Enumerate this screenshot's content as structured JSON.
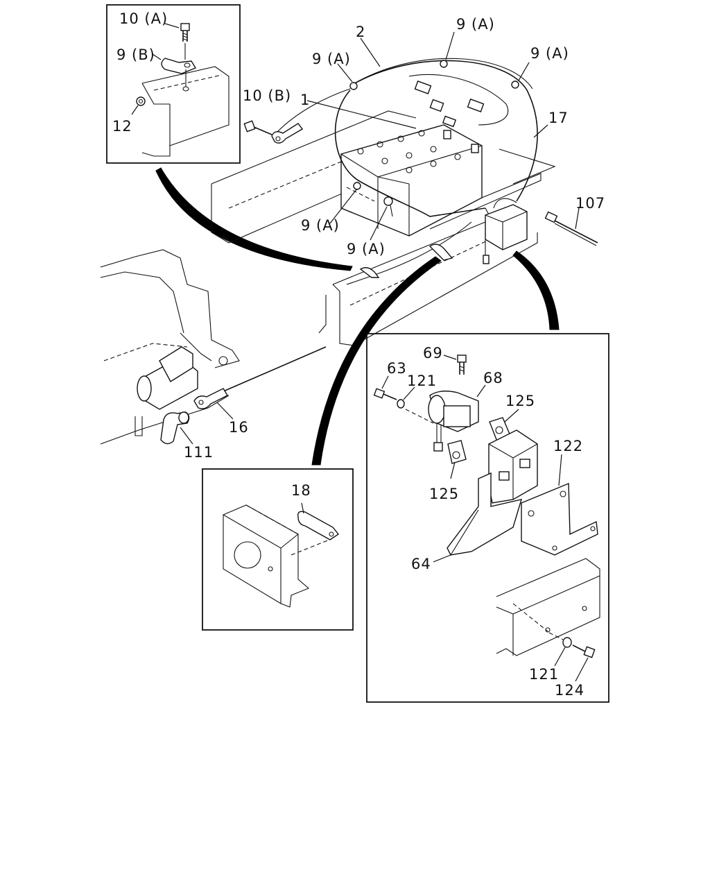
{
  "labels": {
    "l10a": "10 (A)",
    "l9b": "9 (B)",
    "l12": "12",
    "l10b": "10 (B)",
    "l1": "1",
    "l2": "2",
    "l9a_1": "9 (A)",
    "l9a_2": "9 (A)",
    "l9a_3": "9 (A)",
    "l9a_4": "9 (A)",
    "l9a_5": "9 (A)",
    "l17": "17",
    "l107": "107",
    "l16": "16",
    "l111": "111",
    "l18": "18",
    "l69": "69",
    "l63": "63",
    "l121_top": "121",
    "l68": "68",
    "l125_a": "125",
    "l125_b": "125",
    "l122": "122",
    "l64": "64",
    "l121_bottom": "121",
    "l124": "124"
  }
}
